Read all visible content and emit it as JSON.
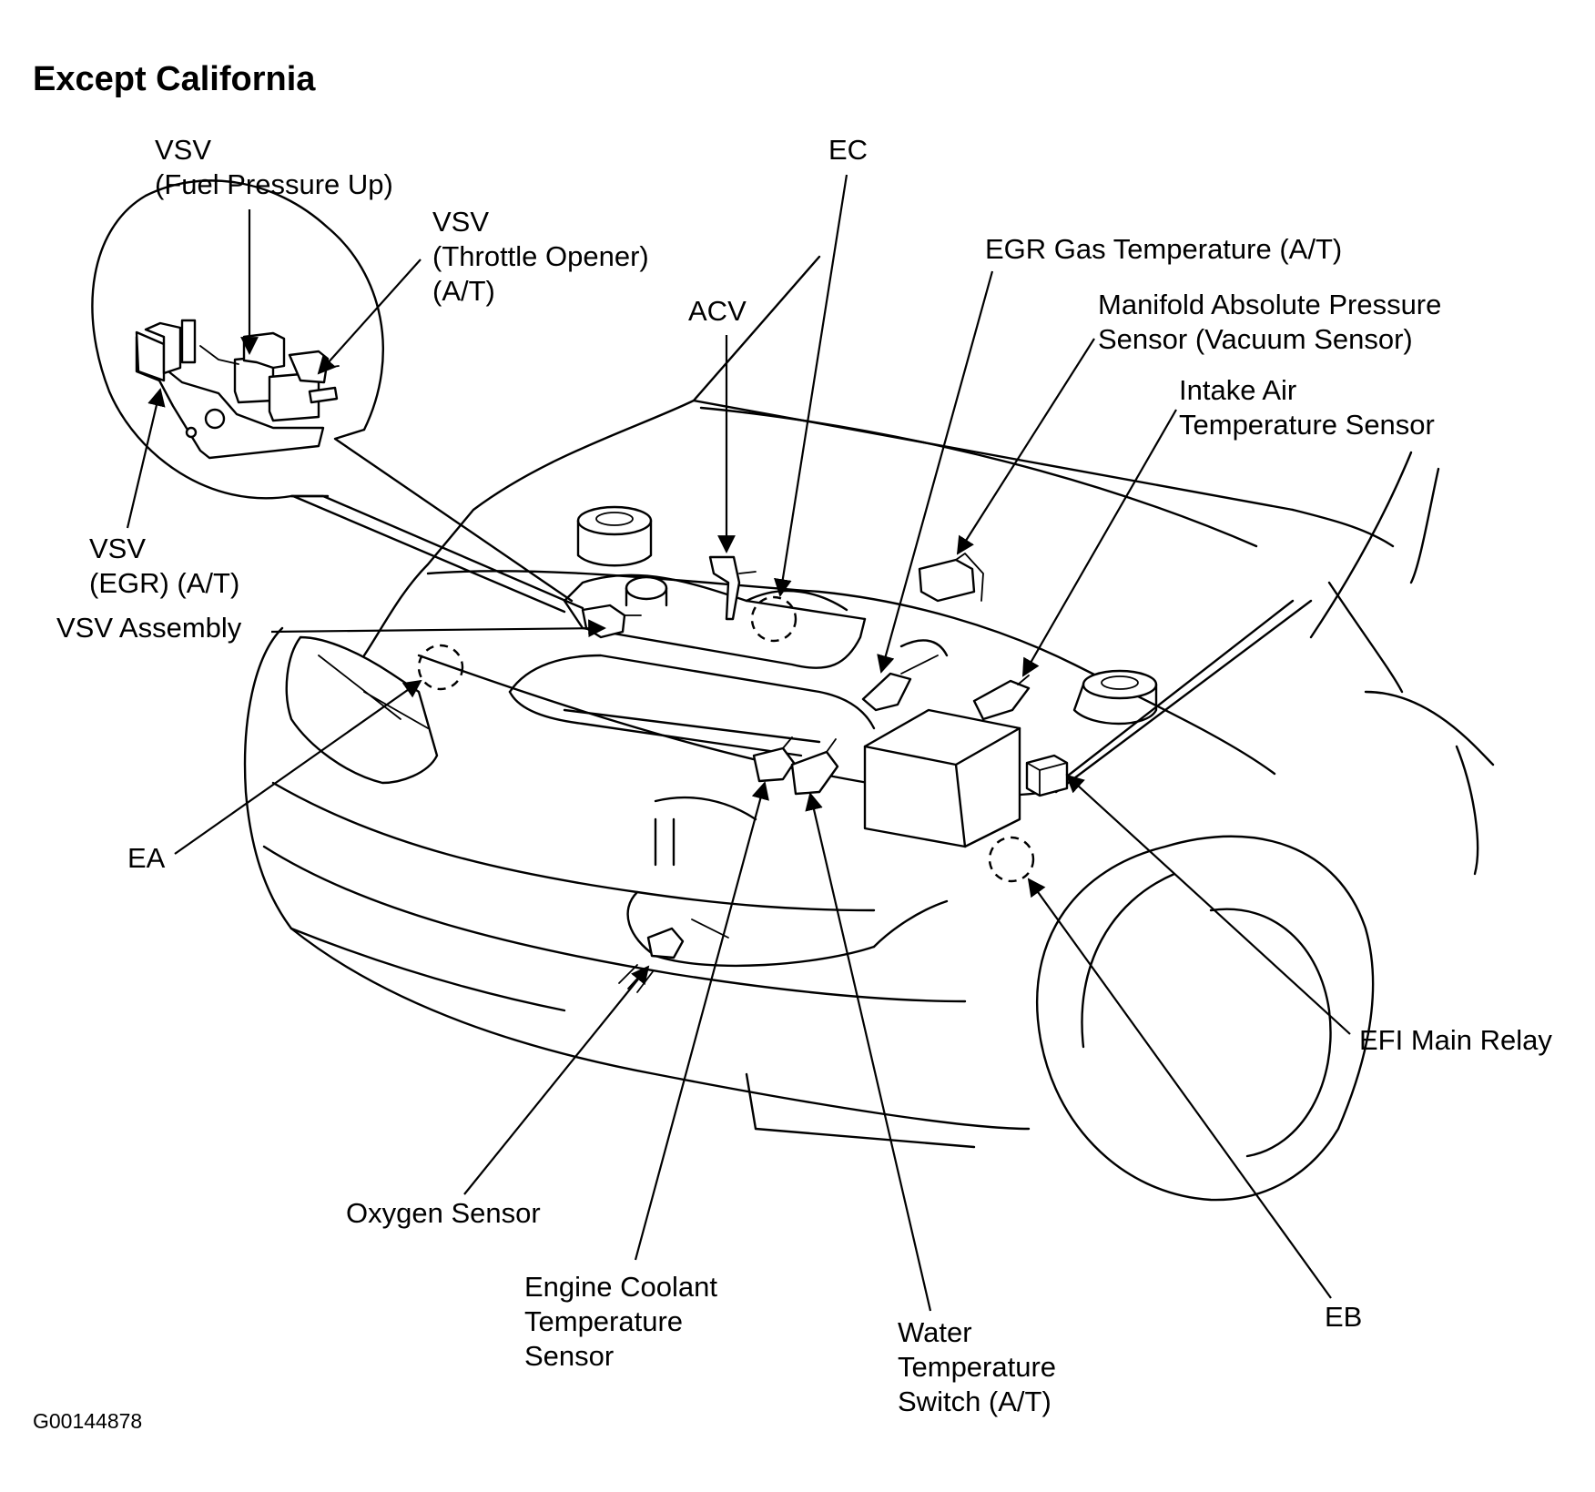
{
  "title": "Except California",
  "figure_id": "G00144878",
  "labels": {
    "vsv_fuel": [
      "VSV",
      "(Fuel Pressure Up)"
    ],
    "vsv_throttle": [
      "VSV",
      "(Throttle Opener)",
      "(A/T)"
    ],
    "vsv_egr": [
      "VSV",
      "(EGR) (A/T)"
    ],
    "vsv_assembly": "VSV Assembly",
    "ec": "EC",
    "acv": "ACV",
    "egr_gas_temp": "EGR Gas Temperature (A/T)",
    "map_sensor": [
      "Manifold Absolute Pressure",
      "Sensor (Vacuum Sensor)"
    ],
    "intake_air": [
      "Intake  Air",
      "Temperature Sensor"
    ],
    "ea": "EA",
    "efi_main_relay": "EFI Main Relay",
    "oxygen_sensor": "Oxygen Sensor",
    "engine_coolant": [
      "Engine Coolant",
      "Temperature",
      "Sensor"
    ],
    "water_temp_switch": [
      "Water",
      "Temperature",
      "Switch (A/T)"
    ],
    "eb": "EB"
  }
}
